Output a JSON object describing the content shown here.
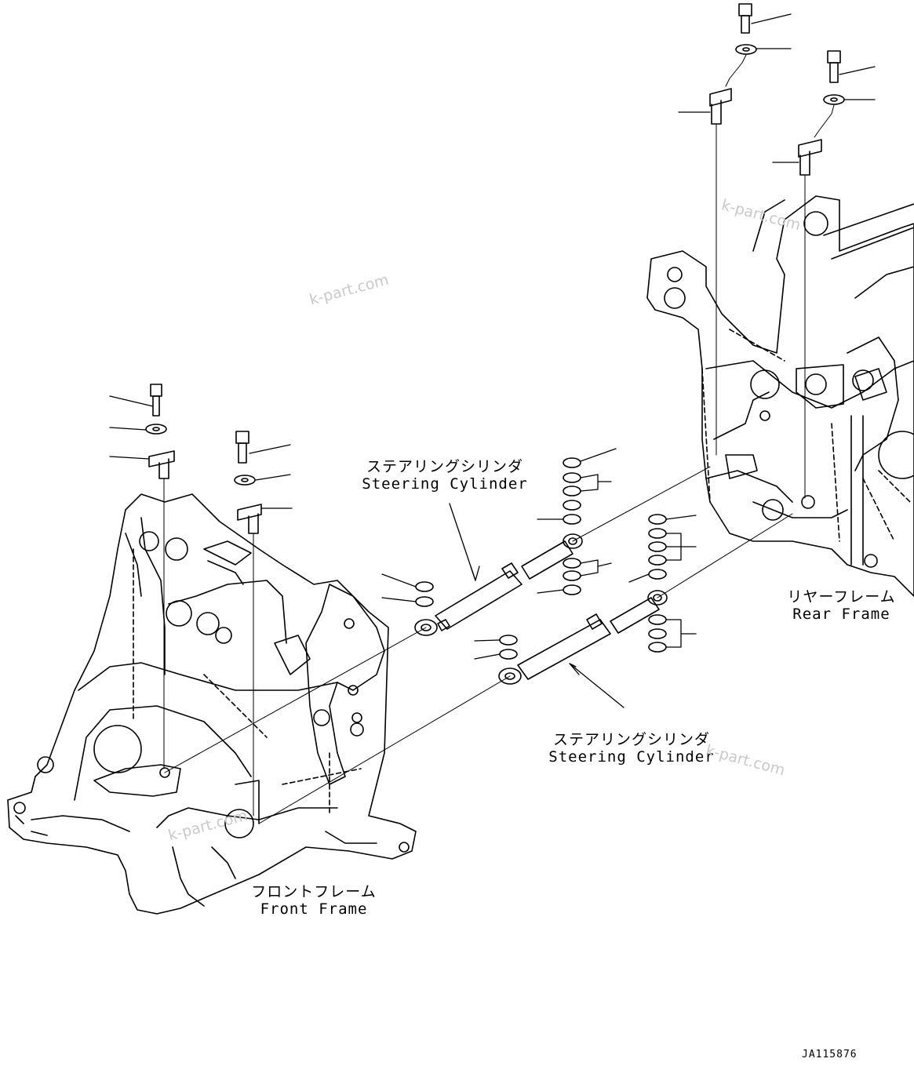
{
  "labels": {
    "steering_upper": {
      "ja": "ステアリングシリンダ",
      "en": "Steering Cylinder"
    },
    "steering_lower": {
      "ja": "ステアリングシリンダ",
      "en": "Steering Cylinder"
    },
    "rear_frame": {
      "ja": "リヤーフレーム",
      "en": "Rear Frame"
    },
    "front_frame": {
      "ja": "フロントフレーム",
      "en": "Front Frame"
    }
  },
  "watermark": "k-part.com",
  "drawing_code": "JA115876",
  "colors": {
    "ink": "#000000",
    "watermark": "#c9c9c9",
    "background": "#ffffff"
  }
}
